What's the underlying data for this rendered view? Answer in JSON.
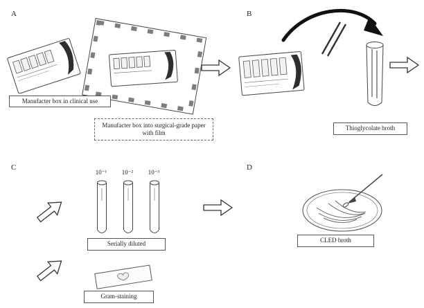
{
  "figure": {
    "panels": {
      "a": "A",
      "b": "B",
      "c": "C",
      "d": "D"
    },
    "captions": {
      "clinical_box": "Manufacter box in clinical use",
      "paper_box": "Manufacter box into surgical-grade paper with film",
      "thioglycolate": "Thioglycolate broth",
      "serially_diluted": "Serially diluted",
      "cled": "CLED broth",
      "gram_staining": "Gram-staining"
    },
    "dilutions": [
      "10⁻¹",
      "10⁻²",
      "10⁻³"
    ]
  }
}
